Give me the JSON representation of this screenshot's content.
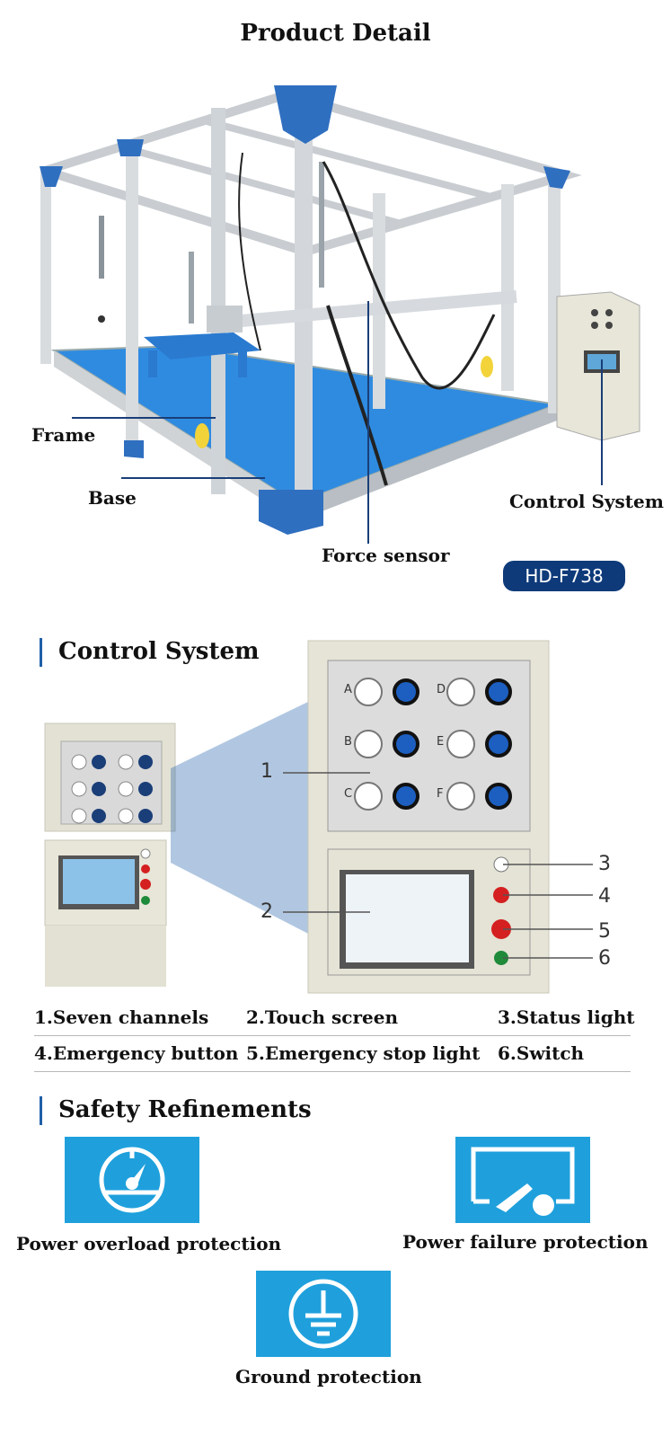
{
  "product_detail": {
    "title": "Product Detail",
    "callouts": {
      "frame": "Frame",
      "base": "Base",
      "force_sensor": "Force sensor",
      "control_system": "Control System"
    },
    "model": "HD-F738"
  },
  "control_system": {
    "heading": "Control System",
    "panel_numbers": [
      "1",
      "2",
      "3",
      "4",
      "5",
      "6"
    ],
    "gauge_letters": [
      "A",
      "B",
      "C",
      "D",
      "E",
      "F"
    ],
    "features_row1": [
      "1.Seven channels",
      "2.Touch screen",
      "3.Status light"
    ],
    "features_row2": [
      "4.Emergency button",
      "5.Emergency stop light",
      "6.Switch"
    ]
  },
  "safety": {
    "heading": "Safety Refinements",
    "items": [
      {
        "label": "Power overload protection",
        "icon": "gauge-icon"
      },
      {
        "label": "Power failure protection",
        "icon": "circuit-breaker-icon"
      },
      {
        "label": "Ground protection",
        "icon": "ground-icon"
      }
    ],
    "accent": "#1fa0dc"
  },
  "colors": {
    "frame_blue": "#2f6fc0",
    "pill": "#0e3a7a",
    "accent_bar": "#1f5fa8"
  }
}
